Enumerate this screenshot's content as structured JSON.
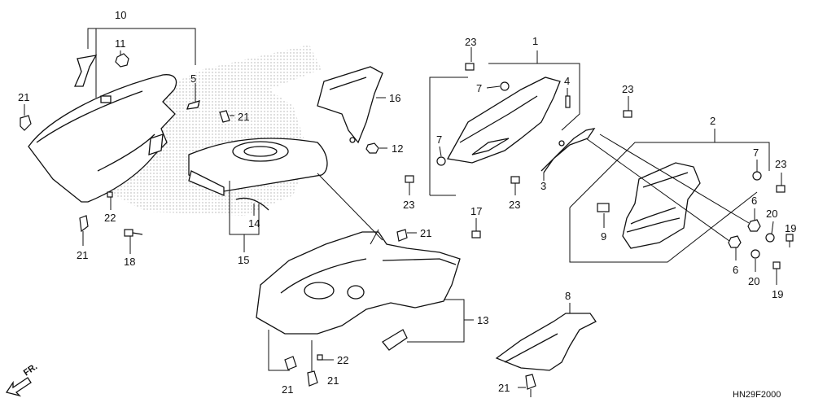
{
  "diagram": {
    "part_labels": {
      "p1": "1",
      "p2": "2",
      "p3": "3",
      "p4": "4",
      "p5": "5",
      "p6a": "6",
      "p6b": "6",
      "p7a": "7",
      "p7b": "7",
      "p7c": "7",
      "p8": "8",
      "p9": "9",
      "p10": "10",
      "p11": "11",
      "p12": "12",
      "p13": "13",
      "p14": "14",
      "p15": "15",
      "p16": "16",
      "p17": "17",
      "p18": "18",
      "p19a": "19",
      "p19b": "19",
      "p20a": "20",
      "p20b": "20",
      "p21a": "21",
      "p21b": "21",
      "p21c": "21",
      "p21d": "21",
      "p21e": "21",
      "p21f": "21",
      "p21g": "21",
      "p22a": "22",
      "p22b": "22",
      "p23a": "23",
      "p23b": "23",
      "p23c": "23",
      "p23d": "23",
      "p23e": "23"
    },
    "direction_label": "FR.",
    "drawing_code": "HN29F2000"
  }
}
